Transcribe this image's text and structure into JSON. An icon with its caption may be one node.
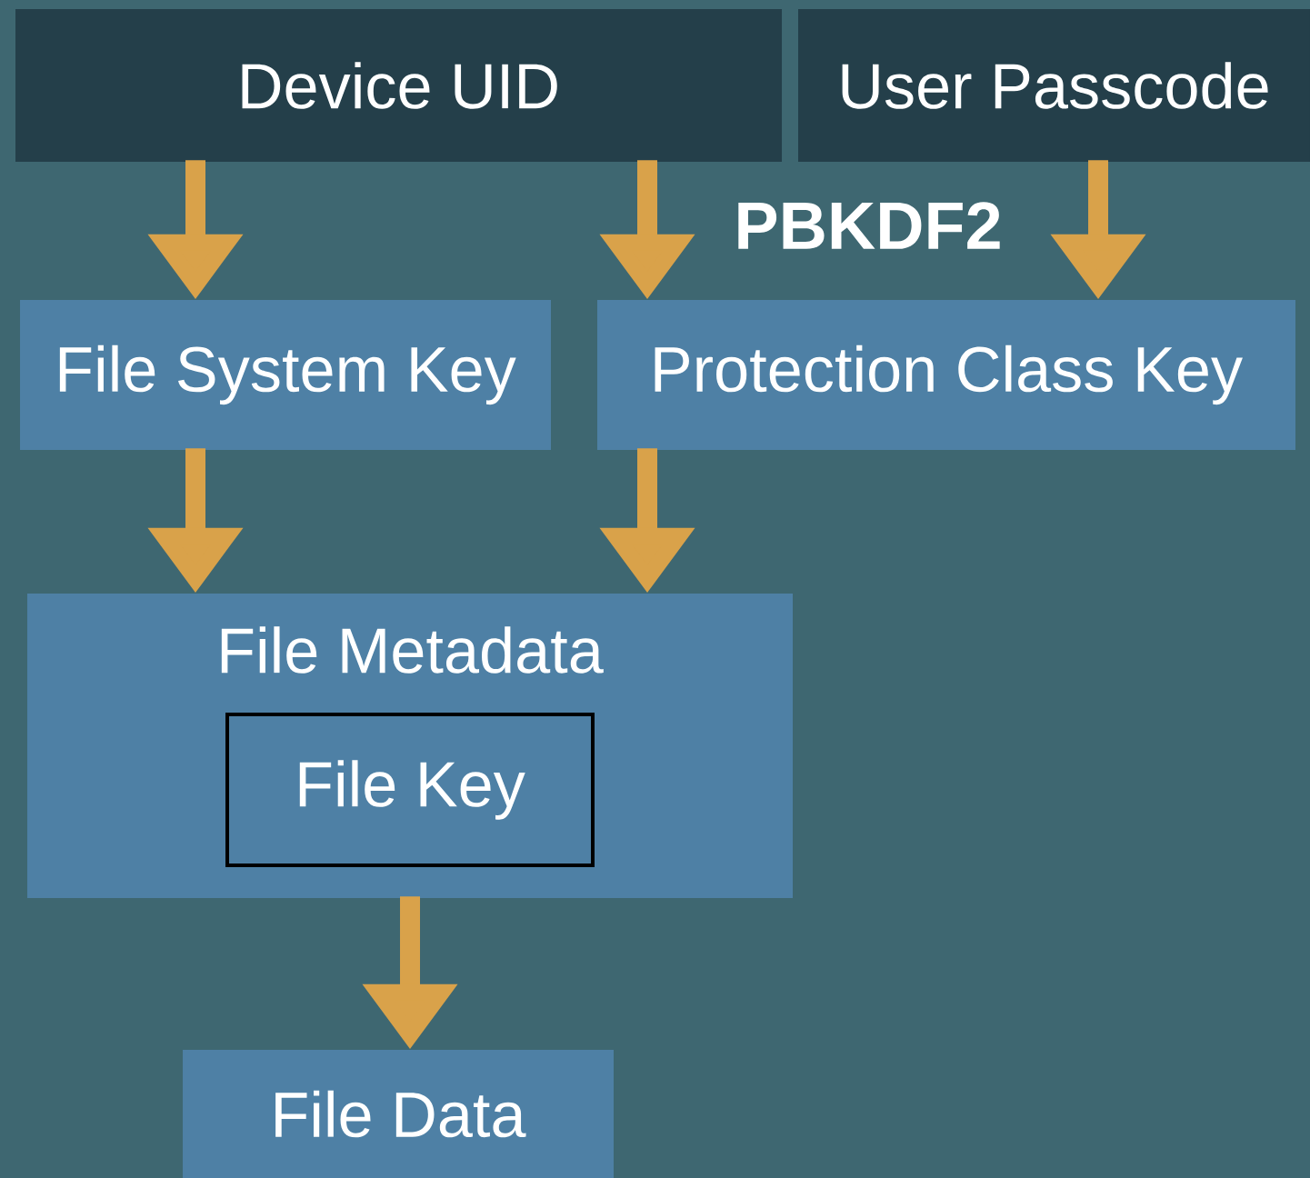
{
  "diagram": {
    "nodes": [
      {
        "text": [
          "Device UID"
        ]
      },
      {
        "text": [
          "User Passcode"
        ]
      },
      {
        "text": [
          "File System Key"
        ]
      },
      {
        "text": [
          "Protection Class Key"
        ]
      },
      {
        "text": [
          "File Metadata"
        ]
      },
      {
        "text": [
          "File Key"
        ],
        "in": 4
      },
      {
        "text": [
          "File Data"
        ]
      }
    ],
    "edges": [
      {
        "from": 0,
        "to": 2,
        "arrow": "to"
      },
      {
        "from": 0,
        "to": 3,
        "arrow": "to"
      },
      {
        "from": 1,
        "to": 3,
        "arrow": "to"
      },
      {
        "from": 2,
        "to": 4,
        "arrow": "to"
      },
      {
        "from": 3,
        "to": 4,
        "arrow": "to"
      },
      {
        "from": 4,
        "to": 6,
        "arrow": "to"
      }
    ],
    "labels": [
      "PBKDF2"
    ]
  }
}
